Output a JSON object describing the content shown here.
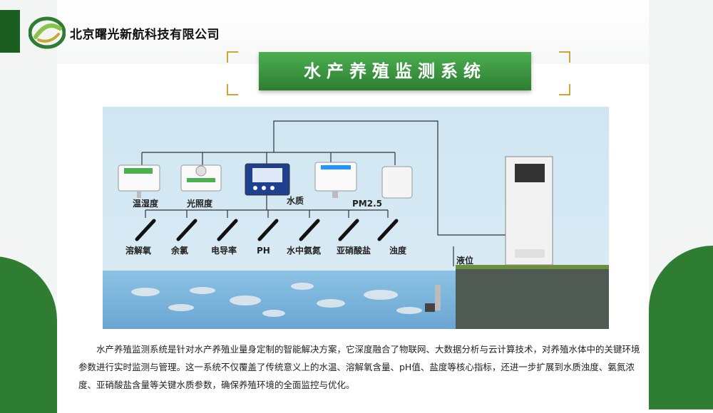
{
  "company": {
    "name": "北京曙光新航科技有限公司"
  },
  "title": "水产养殖监测系统",
  "diagram": {
    "top_sensors": [
      "温湿度",
      "光照度",
      "水质",
      "PM2.5"
    ],
    "probes": [
      "溶解氧",
      "余氯",
      "电导率",
      "PH",
      "水中氨氮",
      "亚硝酸盐",
      "浊度"
    ],
    "level_label": "液位"
  },
  "description": "水产养殖监测系统是针对水产养殖业量身定制的智能解决方案，它深度融合了物联网、大数据分析与云计算技术，对养殖水体中的关键环境参数进行实时监测与管理。这一系统不仅覆盖了传统意义上的水温、溶解氧含量、pH值、盐度等核心指标，还进一步扩展到水质浊度、氨氮浓度、亚硝酸盐含量等关键水质参数，确保养殖环境的全面监控与优化。",
  "colors": {
    "brand_green": "#2e7d32",
    "title_green": "#4caf50",
    "water": "#7fb6dc",
    "sky": "#cfe6f2",
    "gold": "#c8a832"
  }
}
